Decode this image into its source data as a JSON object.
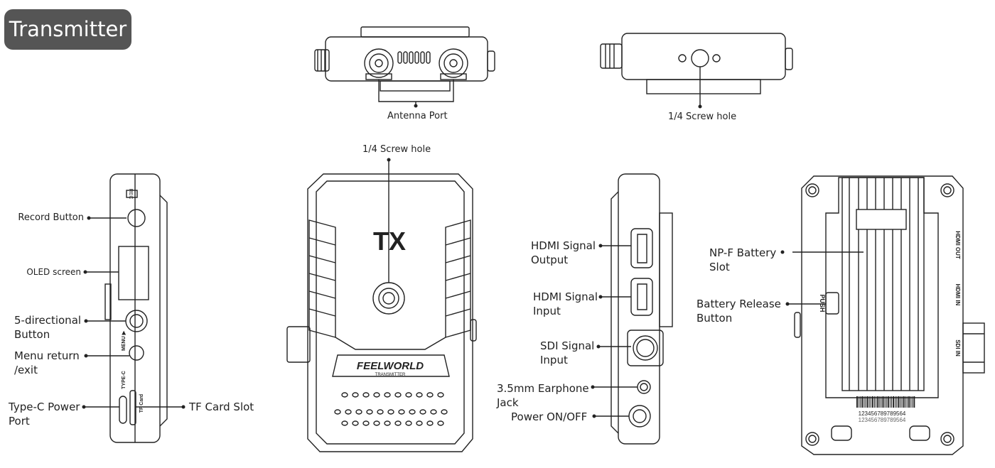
{
  "title": "Transmitter",
  "labels": {
    "antenna_port": "Antenna Port",
    "screw_hole_bottom": "1/4 Screw hole",
    "screw_hole_front": "1/4 Screw hole",
    "record_button": "Record Button",
    "oled_screen": "OLED screen",
    "five_dir_button": [
      "5-directional",
      "Button"
    ],
    "menu_return": [
      "Menu return",
      "/exit"
    ],
    "type_c_power": [
      "Type-C Power",
      "Port"
    ],
    "tf_card_slot": "TF Card Slot",
    "hdmi_output": [
      "HDMI Signal",
      "Output"
    ],
    "hdmi_input": [
      "HDMI Signal",
      "Input"
    ],
    "sdi_input": [
      "SDI Signal",
      "Input"
    ],
    "earphone_jack": [
      "3.5mm Earphone",
      "Jack"
    ],
    "power_switch": "Power ON/OFF",
    "npf_battery": [
      "NP-F Battery",
      "Slot"
    ],
    "battery_release": [
      "Battery Release",
      "Button"
    ]
  },
  "device_markings": {
    "rec": "REC",
    "menu": "MENU ▶",
    "type_c": "TYPE-C",
    "tf_card": "TF Card",
    "tx_logo": "TX",
    "brand": "FEELWORLD",
    "model": "TRANSMITTER",
    "push": "PUSH",
    "hdmi_out": "HDMI OUT",
    "hdmi_in": "HDMI IN",
    "sdi_in": "SDI IN",
    "barcode_number_1": "1234567897895​64",
    "barcode_number_2": "123456789789564"
  },
  "colors": {
    "badge": "#555555",
    "line": "#222222",
    "text": "#222222"
  }
}
